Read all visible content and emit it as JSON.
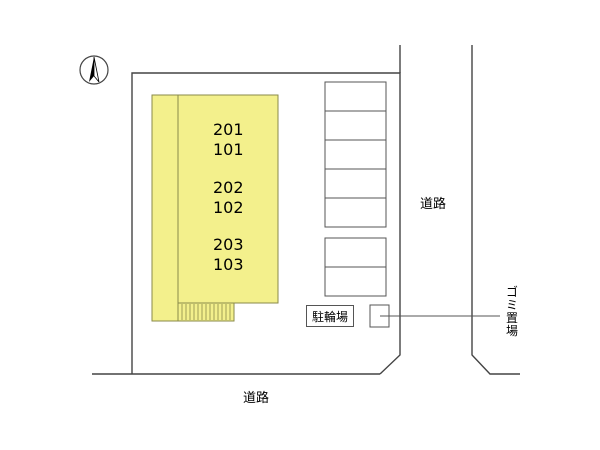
{
  "north_icon": "north-arrow-icon",
  "units": [
    {
      "upper": "201",
      "lower": "101"
    },
    {
      "upper": "202",
      "lower": "102"
    },
    {
      "upper": "203",
      "lower": "103"
    }
  ],
  "labels": {
    "road_east": "道路",
    "road_south": "道路",
    "bicycle_parking": "駐輪場",
    "garbage_1": "ゴ",
    "garbage_2": "ミ",
    "garbage_3": "置",
    "garbage_4": "場"
  },
  "colors": {
    "building_fill": "#f3f08c",
    "building_stroke": "#8a8a4a",
    "line": "#444444"
  }
}
